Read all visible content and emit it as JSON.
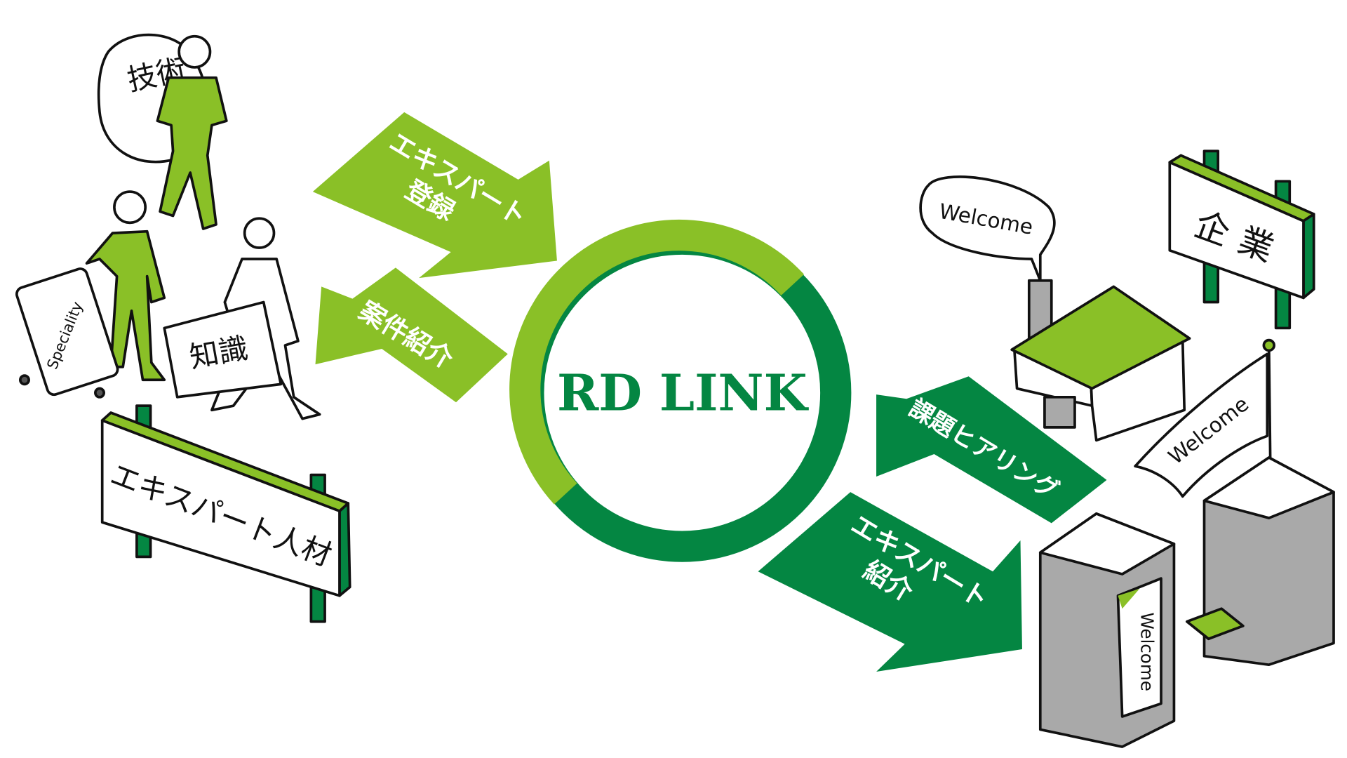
{
  "logo": {
    "text": "RD LINK"
  },
  "colors": {
    "light_green": "#8ac027",
    "dark_green": "#048642",
    "ink": "#111111",
    "gray": "#a9a9a9"
  },
  "arrows": {
    "expert_register": {
      "line1": "エキスパート",
      "line2": "登録"
    },
    "project_intro": {
      "label": "案件紹介"
    },
    "issue_hearing": {
      "label": "課題ヒアリング"
    },
    "expert_intro": {
      "line1": "エキスパート",
      "line2": "紹介"
    }
  },
  "left": {
    "sign": "エキスパート人材",
    "sack": "技術",
    "suitcase": "Speciality",
    "bag": "知識"
  },
  "right": {
    "sign": "企業",
    "bubble": "Welcome",
    "flag": "Welcome",
    "building_sign": "Welcome"
  }
}
